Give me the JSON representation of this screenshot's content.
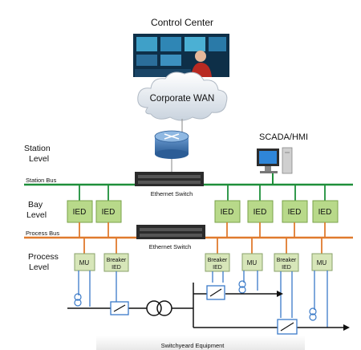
{
  "control_center": {
    "title": "Control Center"
  },
  "wan": {
    "label": "Corporate WAN"
  },
  "scada": {
    "label": "SCADA/HMI"
  },
  "levels": {
    "station": [
      "Station",
      "Level"
    ],
    "bay": [
      "Bay",
      "Level"
    ],
    "process": [
      "Process",
      "Level"
    ]
  },
  "buses": {
    "station": "Station Bus",
    "process": "Process Bus"
  },
  "switches": {
    "top": "Ethernet Switch",
    "bottom": "Ethernet Switch"
  },
  "ied_label": "IED",
  "mu_label": "MU",
  "breaker_ied": [
    "Breaker",
    "IED"
  ],
  "footer": "Switchyeard Equipment",
  "colors": {
    "station_bus": "#1e8f3a",
    "process_bus": "#e07a2e",
    "ied_fill": "#b8d98a",
    "field_wire": "#3a7ac8"
  }
}
